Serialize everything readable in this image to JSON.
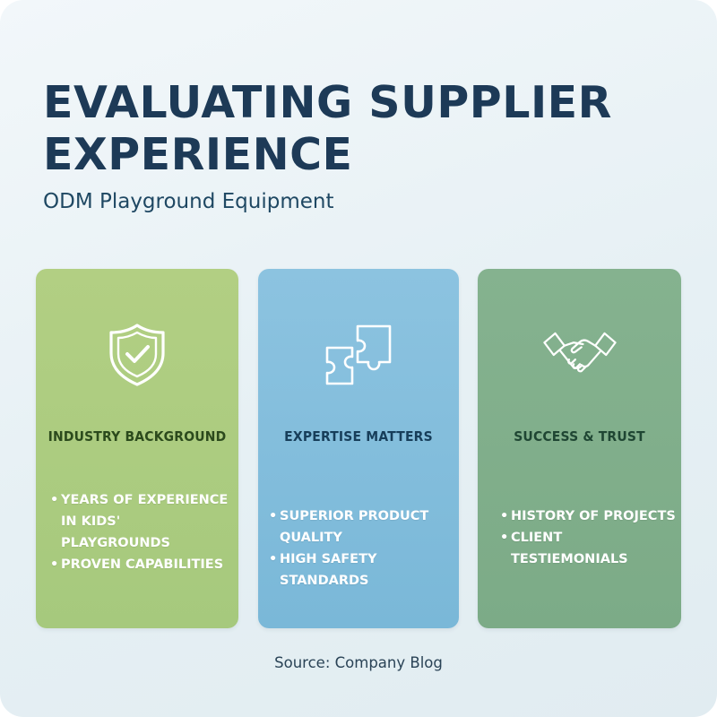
{
  "header": {
    "title_line1": "EVALUATING SUPPLIER",
    "title_line2": "EXPERIENCE",
    "subtitle": "ODM Playground Equipment"
  },
  "cards": [
    {
      "icon": "shield-check-icon",
      "title": "INDUSTRY BACKGROUND",
      "bullets": [
        "YEARS OF EXPERIENCE IN KIDS' PLAYGROUNDS",
        "PROVEN CAPABILITIES"
      ],
      "color": "#a9cb80"
    },
    {
      "icon": "puzzle-icon",
      "title": "EXPERTISE MATTERS",
      "bullets": [
        "SUPERIOR PRODUCT QUALITY",
        "HIGH SAFETY STANDARDS"
      ],
      "color": "#80bcdb"
    },
    {
      "icon": "handshake-icon",
      "title": "SUCCESS & TRUST",
      "bullets": [
        "HISTORY OF PROJECTS",
        "CLIENT TESTIEMONIALS"
      ],
      "color": "#80ae8b"
    }
  ],
  "footer": {
    "source": "Source: Company Blog"
  }
}
